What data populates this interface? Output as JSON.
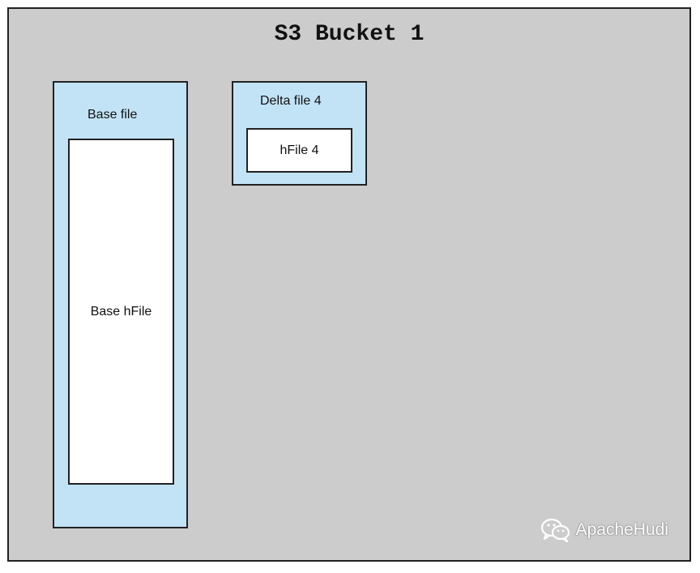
{
  "bucket": {
    "title": "S3 Bucket 1"
  },
  "base_file": {
    "label": "Base file",
    "hfile_label": "Base hFile"
  },
  "delta_file": {
    "label": "Delta file 4",
    "hfile_label": "hFile 4"
  },
  "watermark": {
    "text": "ApacheHudi",
    "icon": "wechat-icon"
  },
  "colors": {
    "bucket_background": "#cccccc",
    "file_background": "#c2e3f5",
    "hfile_background": "#ffffff",
    "border": "#222222"
  }
}
